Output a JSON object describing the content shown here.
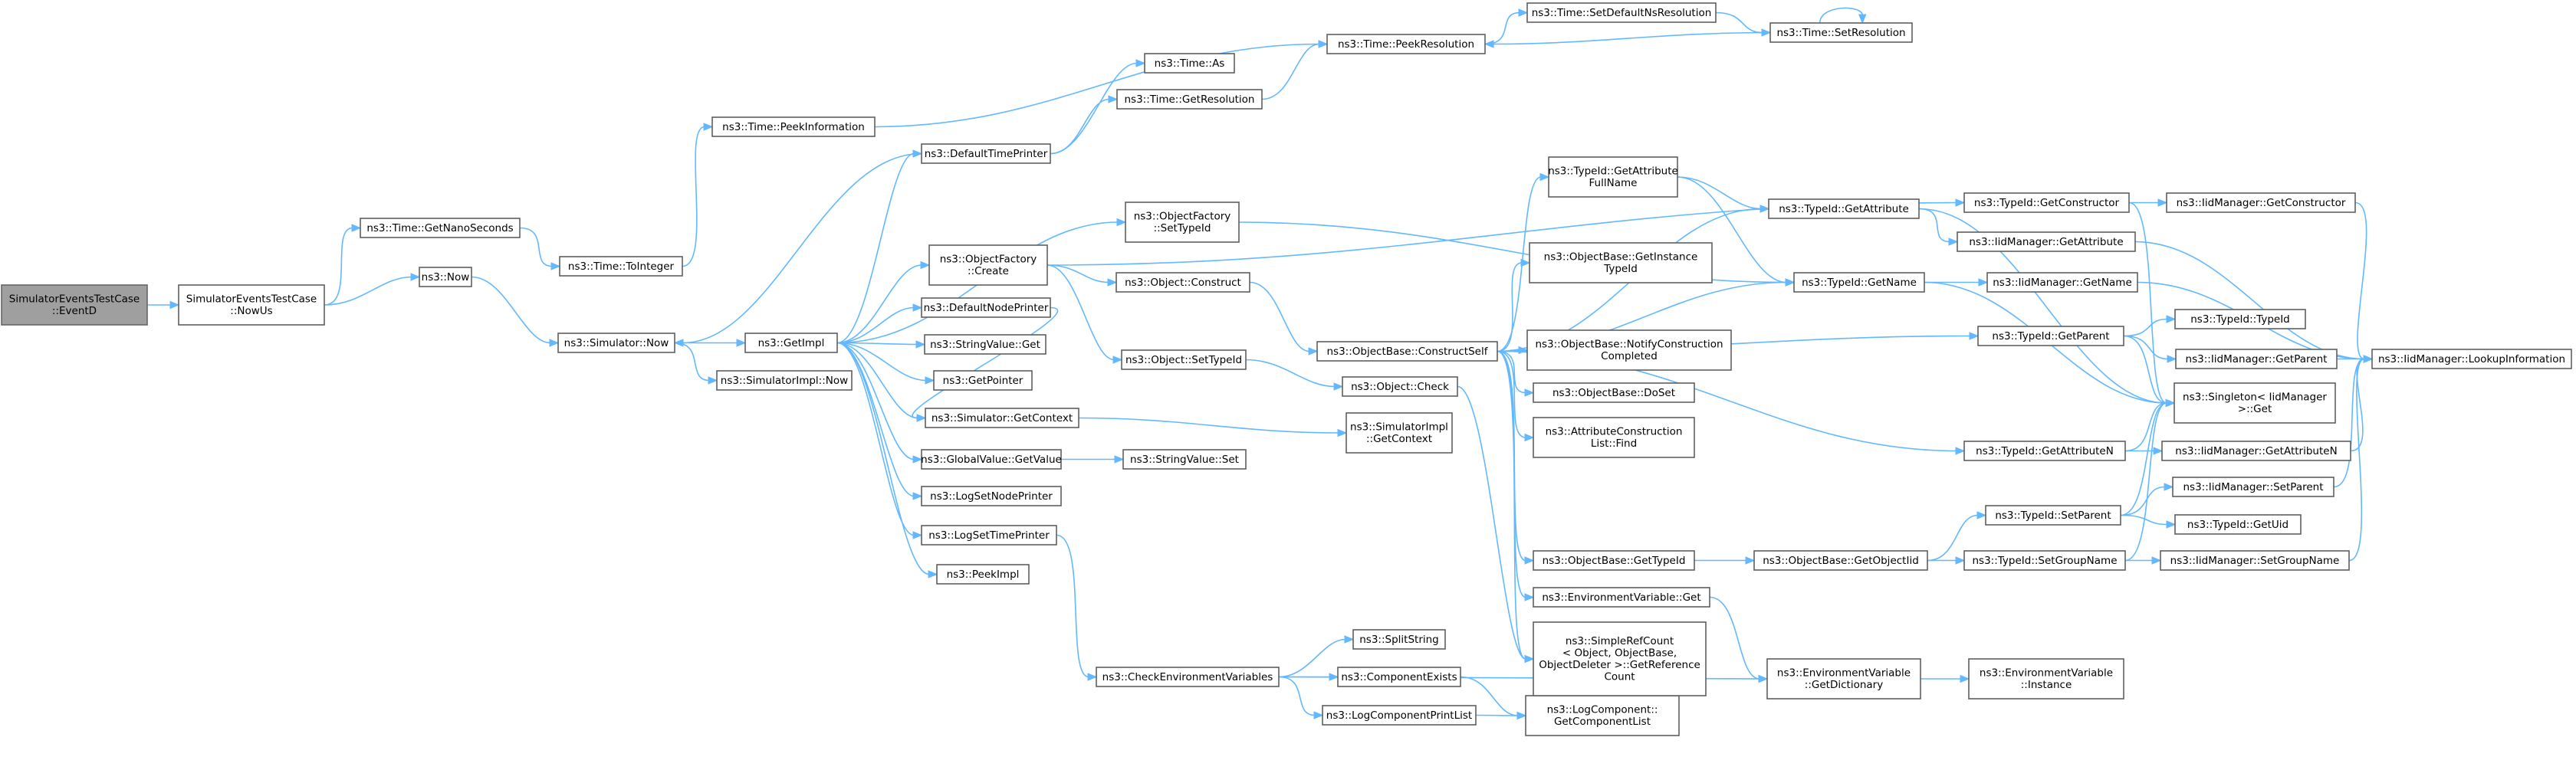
{
  "nodes": [
    {
      "id": "root",
      "lines": [
        "SimulatorEventsTestCase",
        "::EventD"
      ],
      "root": true
    },
    {
      "id": "nowus",
      "lines": [
        "SimulatorEventsTestCase",
        "::NowUs"
      ]
    },
    {
      "id": "getnano",
      "lines": [
        "ns3::Time::GetNanoSeconds"
      ]
    },
    {
      "id": "now",
      "lines": [
        "ns3::Now"
      ]
    },
    {
      "id": "tointeger",
      "lines": [
        "ns3::Time::ToInteger"
      ]
    },
    {
      "id": "peekinfo",
      "lines": [
        "ns3::Time::PeekInformation"
      ]
    },
    {
      "id": "simnow",
      "lines": [
        "ns3::Simulator::Now"
      ]
    },
    {
      "id": "simimplnow",
      "lines": [
        "ns3::SimulatorImpl::Now"
      ]
    },
    {
      "id": "getimpl",
      "lines": [
        "ns3::GetImpl"
      ]
    },
    {
      "id": "deftimeprinter",
      "lines": [
        "ns3::DefaultTimePrinter"
      ]
    },
    {
      "id": "objfactcreate",
      "lines": [
        "ns3::ObjectFactory",
        "::Create"
      ]
    },
    {
      "id": "defnodeprinter",
      "lines": [
        "ns3::DefaultNodePrinter"
      ]
    },
    {
      "id": "strvalget",
      "lines": [
        "ns3::StringValue::Get"
      ]
    },
    {
      "id": "getpointer",
      "lines": [
        "ns3::GetPointer"
      ]
    },
    {
      "id": "simgetctx",
      "lines": [
        "ns3::Simulator::GetContext"
      ]
    },
    {
      "id": "globalget",
      "lines": [
        "ns3::GlobalValue::GetValue"
      ]
    },
    {
      "id": "logsetnode",
      "lines": [
        "ns3::LogSetNodePrinter"
      ]
    },
    {
      "id": "logsettime",
      "lines": [
        "ns3::LogSetTimePrinter"
      ]
    },
    {
      "id": "peekimpl",
      "lines": [
        "ns3::PeekImpl"
      ]
    },
    {
      "id": "timeas",
      "lines": [
        "ns3::Time::As"
      ]
    },
    {
      "id": "timegetres",
      "lines": [
        "ns3::Time::GetResolution"
      ]
    },
    {
      "id": "peekres",
      "lines": [
        "ns3::Time::PeekResolution"
      ]
    },
    {
      "id": "setdefns",
      "lines": [
        "ns3::Time::SetDefaultNsResolution"
      ]
    },
    {
      "id": "setres",
      "lines": [
        "ns3::Time::SetResolution"
      ]
    },
    {
      "id": "objfactsettid",
      "lines": [
        "ns3::ObjectFactory",
        "::SetTypeId"
      ]
    },
    {
      "id": "objconstruct",
      "lines": [
        "ns3::Object::Construct"
      ]
    },
    {
      "id": "objsettid",
      "lines": [
        "ns3::Object::SetTypeId"
      ]
    },
    {
      "id": "objcheck",
      "lines": [
        "ns3::Object::Check"
      ]
    },
    {
      "id": "simimplctx",
      "lines": [
        "ns3::SimulatorImpl",
        "::GetContext"
      ]
    },
    {
      "id": "strvalset",
      "lines": [
        "ns3::StringValue::Set"
      ]
    },
    {
      "id": "checkenv",
      "lines": [
        "ns3::CheckEnvironmentVariables"
      ]
    },
    {
      "id": "splitstring",
      "lines": [
        "ns3::SplitString"
      ]
    },
    {
      "id": "compexists",
      "lines": [
        "ns3::ComponentExists"
      ]
    },
    {
      "id": "logcomplist",
      "lines": [
        "ns3::LogComponentPrintList"
      ]
    },
    {
      "id": "logcompgetlist",
      "lines": [
        "ns3::LogComponent::",
        "GetComponentList"
      ]
    },
    {
      "id": "constructself",
      "lines": [
        "ns3::ObjectBase::ConstructSelf"
      ]
    },
    {
      "id": "tidgetattrfull",
      "lines": [
        "ns3::TypeId::GetAttribute",
        "FullName"
      ]
    },
    {
      "id": "obgetinsttid",
      "lines": [
        "ns3::ObjectBase::GetInstance",
        "TypeId"
      ]
    },
    {
      "id": "obnotify",
      "lines": [
        "ns3::ObjectBase::NotifyConstruction",
        "Completed"
      ]
    },
    {
      "id": "obdoset",
      "lines": [
        "ns3::ObjectBase::DoSet"
      ]
    },
    {
      "id": "attrconstfind",
      "lines": [
        "ns3::AttributeConstruction",
        "List::Find"
      ]
    },
    {
      "id": "obgettid",
      "lines": [
        "ns3::ObjectBase::GetTypeId"
      ]
    },
    {
      "id": "envget",
      "lines": [
        "ns3::EnvironmentVariable::Get"
      ]
    },
    {
      "id": "simplerefcount",
      "lines": [
        "ns3::SimpleRefCount",
        "< Object, ObjectBase,",
        "ObjectDeleter >::GetReference",
        "Count"
      ]
    },
    {
      "id": "tidgetattr",
      "lines": [
        "ns3::TypeId::GetAttribute"
      ]
    },
    {
      "id": "tidgetname",
      "lines": [
        "ns3::TypeId::GetName"
      ]
    },
    {
      "id": "tidgetctor",
      "lines": [
        "ns3::TypeId::GetConstructor"
      ]
    },
    {
      "id": "iidgetattr",
      "lines": [
        "ns3::IidManager::GetAttribute"
      ]
    },
    {
      "id": "iidgetname",
      "lines": [
        "ns3::IidManager::GetName"
      ]
    },
    {
      "id": "tidgetparent",
      "lines": [
        "ns3::TypeId::GetParent"
      ]
    },
    {
      "id": "tidgetattrn",
      "lines": [
        "ns3::TypeId::GetAttributeN"
      ]
    },
    {
      "id": "tidsetparent",
      "lines": [
        "ns3::TypeId::SetParent"
      ]
    },
    {
      "id": "obgetobjtid",
      "lines": [
        "ns3::ObjectBase::GetObjectIid"
      ]
    },
    {
      "id": "tidsetgroup",
      "lines": [
        "ns3::TypeId::SetGroupName"
      ]
    },
    {
      "id": "envgetdict",
      "lines": [
        "ns3::EnvironmentVariable",
        "::GetDictionary"
      ]
    },
    {
      "id": "envinstance",
      "lines": [
        "ns3::EnvironmentVariable",
        "::Instance"
      ]
    },
    {
      "id": "iidgetctor",
      "lines": [
        "ns3::IidManager::GetConstructor"
      ]
    },
    {
      "id": "tidtypeid",
      "lines": [
        "ns3::TypeId::TypeId"
      ]
    },
    {
      "id": "iidgetparent",
      "lines": [
        "ns3::IidManager::GetParent"
      ]
    },
    {
      "id": "singletonget",
      "lines": [
        "ns3::Singleton< IidManager",
        ">::Get"
      ]
    },
    {
      "id": "iidgetattrn",
      "lines": [
        "ns3::IidManager::GetAttributeN"
      ]
    },
    {
      "id": "iidsetparent",
      "lines": [
        "ns3::IidManager::SetParent"
      ]
    },
    {
      "id": "tidgetuid",
      "lines": [
        "ns3::TypeId::GetUid"
      ]
    },
    {
      "id": "iidsetgroup",
      "lines": [
        "ns3::IidManager::SetGroupName"
      ]
    },
    {
      "id": "iidlookup",
      "lines": [
        "ns3::IidManager::LookupInformation"
      ]
    }
  ],
  "edges": [
    [
      "root",
      "nowus"
    ],
    [
      "nowus",
      "getnano"
    ],
    [
      "nowus",
      "now"
    ],
    [
      "getnano",
      "tointeger"
    ],
    [
      "tointeger",
      "peekinfo"
    ],
    [
      "peekinfo",
      "peekres"
    ],
    [
      "now",
      "simnow"
    ],
    [
      "simnow",
      "getimpl"
    ],
    [
      "simnow",
      "simimplnow"
    ],
    [
      "getimpl",
      "deftimeprinter"
    ],
    [
      "getimpl",
      "objfactcreate"
    ],
    [
      "getimpl",
      "defnodeprinter"
    ],
    [
      "getimpl",
      "strvalget"
    ],
    [
      "getimpl",
      "getpointer"
    ],
    [
      "getimpl",
      "simgetctx"
    ],
    [
      "getimpl",
      "globalget"
    ],
    [
      "getimpl",
      "logsetnode"
    ],
    [
      "getimpl",
      "logsettime"
    ],
    [
      "getimpl",
      "peekimpl"
    ],
    [
      "getimpl",
      "objfactsettid"
    ],
    [
      "deftimeprinter",
      "simnow"
    ],
    [
      "deftimeprinter",
      "timeas"
    ],
    [
      "deftimeprinter",
      "timegetres"
    ],
    [
      "timegetres",
      "peekres"
    ],
    [
      "peekres",
      "setdefns"
    ],
    [
      "setdefns",
      "setres"
    ],
    [
      "setres",
      "peekres"
    ],
    [
      "setres",
      "setres"
    ],
    [
      "objfactcreate",
      "tidgetctor"
    ],
    [
      "objfactcreate",
      "objconstruct"
    ],
    [
      "objfactcreate",
      "objsettid"
    ],
    [
      "defnodeprinter",
      "simgetctx"
    ],
    [
      "simgetctx",
      "simimplctx"
    ],
    [
      "globalget",
      "strvalset"
    ],
    [
      "logsettime",
      "checkenv"
    ],
    [
      "objfactsettid",
      "tidgetname"
    ],
    [
      "objconstruct",
      "constructself"
    ],
    [
      "objsettid",
      "objcheck"
    ],
    [
      "checkenv",
      "splitstring"
    ],
    [
      "checkenv",
      "compexists"
    ],
    [
      "checkenv",
      "logcomplist"
    ],
    [
      "checkenv",
      "envgetdict"
    ],
    [
      "compexists",
      "logcompgetlist"
    ],
    [
      "logcomplist",
      "logcompgetlist"
    ],
    [
      "constructself",
      "tidgetattrfull"
    ],
    [
      "constructself",
      "obgetinsttid"
    ],
    [
      "constructself",
      "obnotify"
    ],
    [
      "constructself",
      "obdoset"
    ],
    [
      "constructself",
      "attrconstfind"
    ],
    [
      "constructself",
      "obgettid"
    ],
    [
      "constructself",
      "envget"
    ],
    [
      "constructself",
      "simplerefcount"
    ],
    [
      "constructself",
      "tidgetattr"
    ],
    [
      "constructself",
      "tidgetname"
    ],
    [
      "constructself",
      "tidgetparent"
    ],
    [
      "constructself",
      "tidgetattrn"
    ],
    [
      "objcheck",
      "simplerefcount"
    ],
    [
      "tidgetattrfull",
      "tidgetattr"
    ],
    [
      "tidgetattrfull",
      "tidgetname"
    ],
    [
      "tidgetattr",
      "iidgetattr"
    ],
    [
      "tidgetattr",
      "singletonget"
    ],
    [
      "tidgetname",
      "iidgetname"
    ],
    [
      "tidgetname",
      "singletonget"
    ],
    [
      "tidgetctor",
      "iidgetctor"
    ],
    [
      "tidgetctor",
      "singletonget"
    ],
    [
      "iidgetattr",
      "iidlookup"
    ],
    [
      "iidgetname",
      "iidlookup"
    ],
    [
      "iidgetctor",
      "iidlookup"
    ],
    [
      "tidgetparent",
      "tidtypeid"
    ],
    [
      "tidgetparent",
      "iidgetparent"
    ],
    [
      "tidgetparent",
      "singletonget"
    ],
    [
      "iidgetparent",
      "iidlookup"
    ],
    [
      "tidgetattrn",
      "iidgetattrn"
    ],
    [
      "tidgetattrn",
      "singletonget"
    ],
    [
      "iidgetattrn",
      "iidlookup"
    ],
    [
      "obgettid",
      "obgetobjtid"
    ],
    [
      "obgetobjtid",
      "tidsetparent"
    ],
    [
      "obgetobjtid",
      "tidsetgroup"
    ],
    [
      "tidsetparent",
      "iidsetparent"
    ],
    [
      "tidsetparent",
      "tidgetuid"
    ],
    [
      "tidsetparent",
      "singletonget"
    ],
    [
      "iidsetparent",
      "iidlookup"
    ],
    [
      "tidsetgroup",
      "iidsetgroup"
    ],
    [
      "tidsetgroup",
      "singletonget"
    ],
    [
      "iidsetgroup",
      "iidlookup"
    ],
    [
      "envget",
      "envgetdict"
    ],
    [
      "envgetdict",
      "envinstance"
    ]
  ]
}
